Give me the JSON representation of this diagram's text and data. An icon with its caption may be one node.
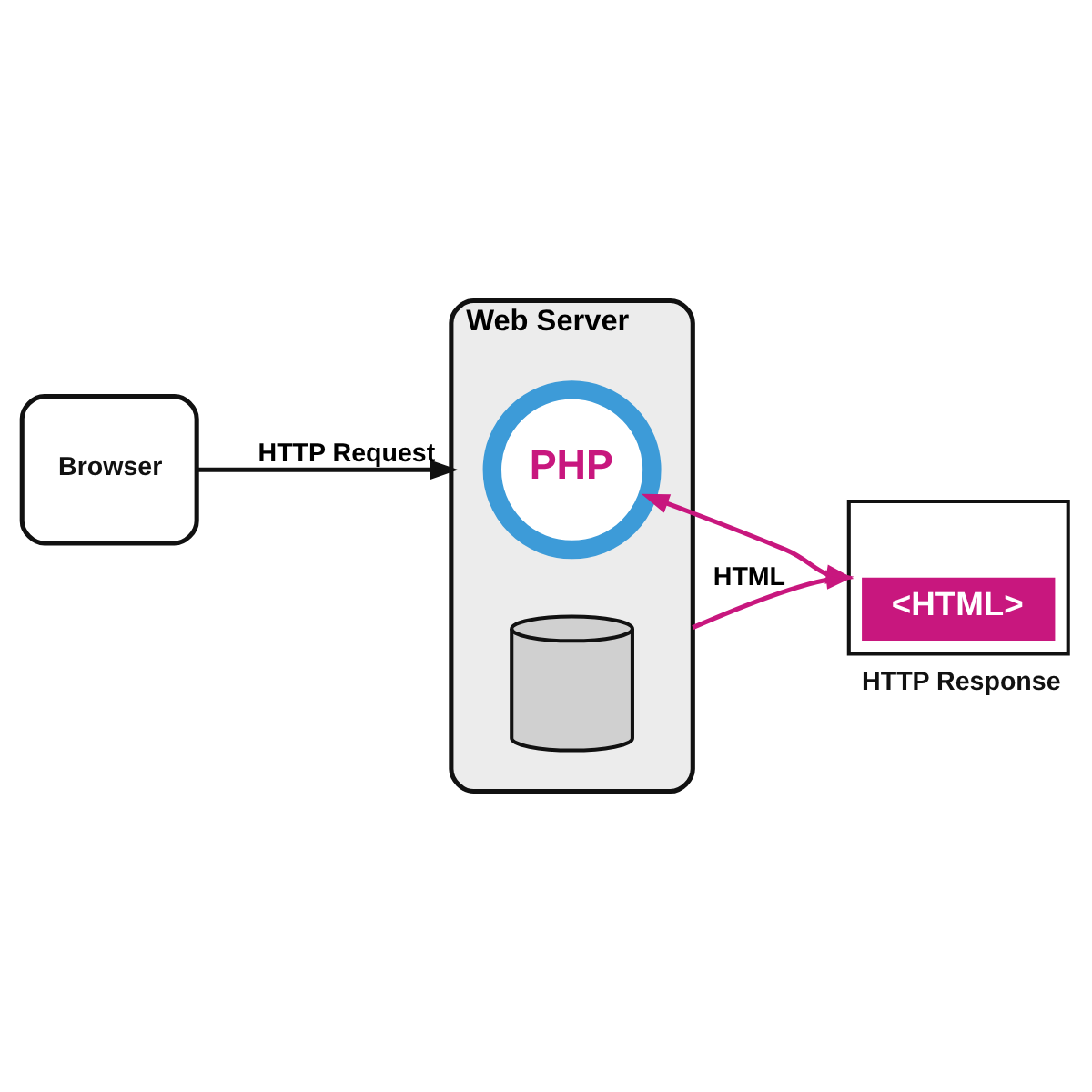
{
  "diagram": {
    "nodes": [
      {
        "text": [
          "Browser"
        ]
      },
      {
        "text": [
          "Web Server"
        ]
      },
      {
        "text": [
          "PHP"
        ],
        "in": 1
      },
      {
        "text": [],
        "shape": "cylinder",
        "in": 1
      },
      {
        "text": [
          "<HTML>"
        ],
        "beside": [
          "HTTP Response"
        ]
      }
    ],
    "edges": [
      {
        "from": 0,
        "to": 1,
        "arrow": "to",
        "label": "HTTP Request",
        "color": "#111111"
      },
      {
        "from": 2,
        "to": 4,
        "arrow": "both",
        "color": "#c8177e"
      },
      {
        "from": 1,
        "to": 4,
        "arrow": "to",
        "label": "HTML",
        "color": "#c8177e"
      }
    ]
  }
}
